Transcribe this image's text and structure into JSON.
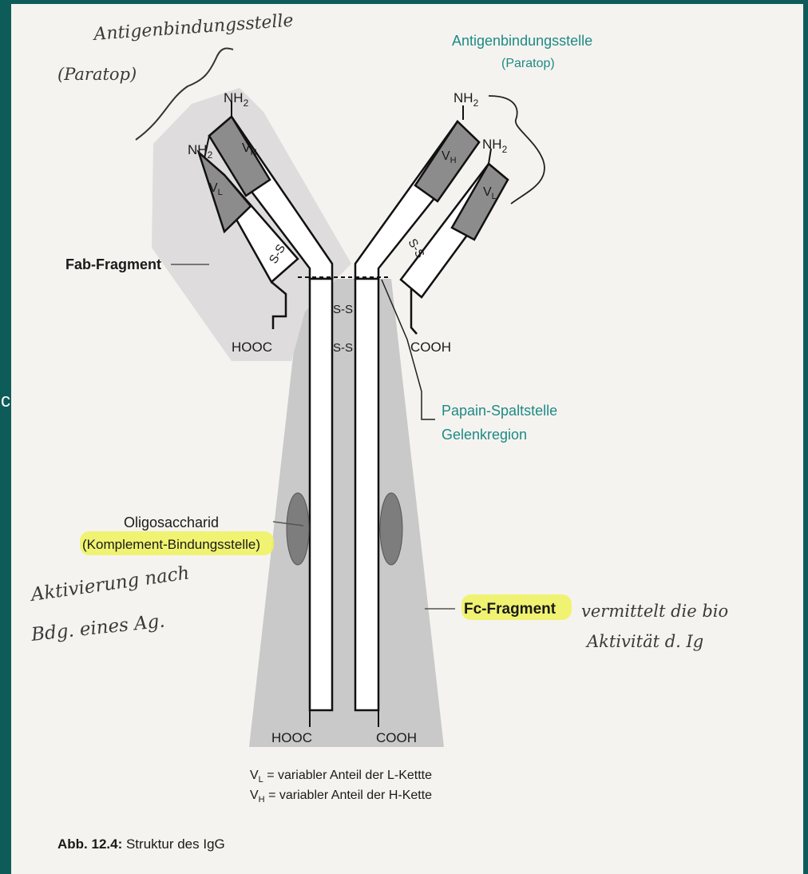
{
  "labels": {
    "nh2": "NH",
    "nh2_sub": "2",
    "v": "V",
    "h_sub": "H",
    "l_sub": "L",
    "ss": "S-S",
    "ss_hinge": "S-S",
    "hooc": "HOOC",
    "cooh": "COOH",
    "antigen_site_title": "Antigenbindungsstelle",
    "antigen_site_paratop": "(Paratop)",
    "fab_fragment": "Fab-Fragment",
    "papain_line1": "Papain-Spaltstelle",
    "papain_line2": "Gelenkregion",
    "oligosaccharid": "Oligosaccharid",
    "komplement_site": "(Komplement-Bindungsstelle)",
    "fc_fragment": "Fc-Fragment",
    "legend_vl_rest": " = variabler Anteil der L-Kettte",
    "legend_vh_rest": " = variabler Anteil der H-Kette",
    "caption_prefix": "Abb. 12.4:",
    "caption_text": " Struktur des IgG"
  },
  "handwriting": {
    "top_left_line1": "Antigenbindungsstelle",
    "top_left_line2": "(Paratop)",
    "left_line1": "Aktivierung nach",
    "left_line2": "Bdg. eines Ag.",
    "right_line1": "vermittelt die bio",
    "right_line2": "Aktivität d. Ig"
  },
  "side_glyph": "c",
  "colors": {
    "frame": "#0d5c5a",
    "paper": "#f5f3ef",
    "teal_text": "#1e8a86",
    "highlight": "#eef25a",
    "fc_shade": "#c9c9c9",
    "fab_shade": "#dedcdc",
    "variable_region": "#8c8c8c",
    "oligosaccharide": "#7d7d7d"
  }
}
